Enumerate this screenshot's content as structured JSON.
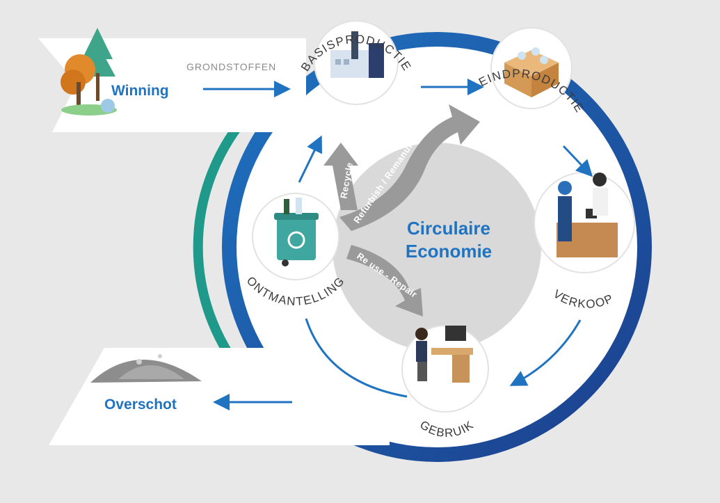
{
  "center": {
    "line1": "Circulaire",
    "line2": "Economie"
  },
  "inputs": {
    "source_label": "Winning",
    "flow_label": "GRONDSTOFFEN"
  },
  "output": {
    "label": "Overschot"
  },
  "stages": {
    "basisproductie": "BASISPRODUCTIE",
    "eindproductie": "EINDPRODUCTIE",
    "verkoop": "VERKOOP",
    "gebruik": "GEBRUIK",
    "ontmanteling": "ONTMANTELLING"
  },
  "loops": {
    "recycle": "Recycle",
    "refurbish": "Refurbish / Remanufacture",
    "reuse": "Re use - Repair"
  },
  "colors": {
    "accent_blue": "#1f73c1",
    "dark_blue": "#1b3f8c",
    "teal": "#1f9a8a",
    "loop_gray": "#9a9a9a",
    "background": "#e8e8e8"
  },
  "icons": {
    "winning": "trees-icon",
    "basisproductie": "factory-icon",
    "eindproductie": "box-of-bottles-icon",
    "verkoop": "shop-counter-icon",
    "gebruik": "desk-worker-icon",
    "ontmanteling": "recycle-bin-icon",
    "overschot": "waste-pile-icon"
  }
}
